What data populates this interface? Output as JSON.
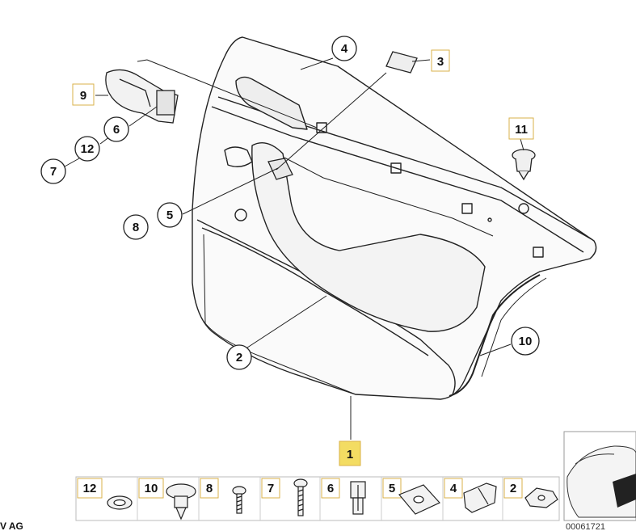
{
  "callouts": {
    "c1": "1",
    "c2": "2",
    "c3": "3",
    "c4": "4",
    "c5": "5",
    "c6": "6",
    "c7": "7",
    "c8": "8",
    "c9": "9",
    "c10": "10",
    "c11": "11",
    "c12": "12"
  },
  "strip": {
    "s12": "12",
    "s10": "10",
    "s8": "8",
    "s7": "7",
    "s6": "6",
    "s5": "5",
    "s4": "4",
    "s2": "2"
  },
  "corner_text": "V AG",
  "diagram_code": "00061721",
  "colors": {
    "line": "#222222",
    "highlight": "#f3dc62",
    "label_border": "#d9b24a",
    "panel_shade": "#f2f2f2"
  }
}
